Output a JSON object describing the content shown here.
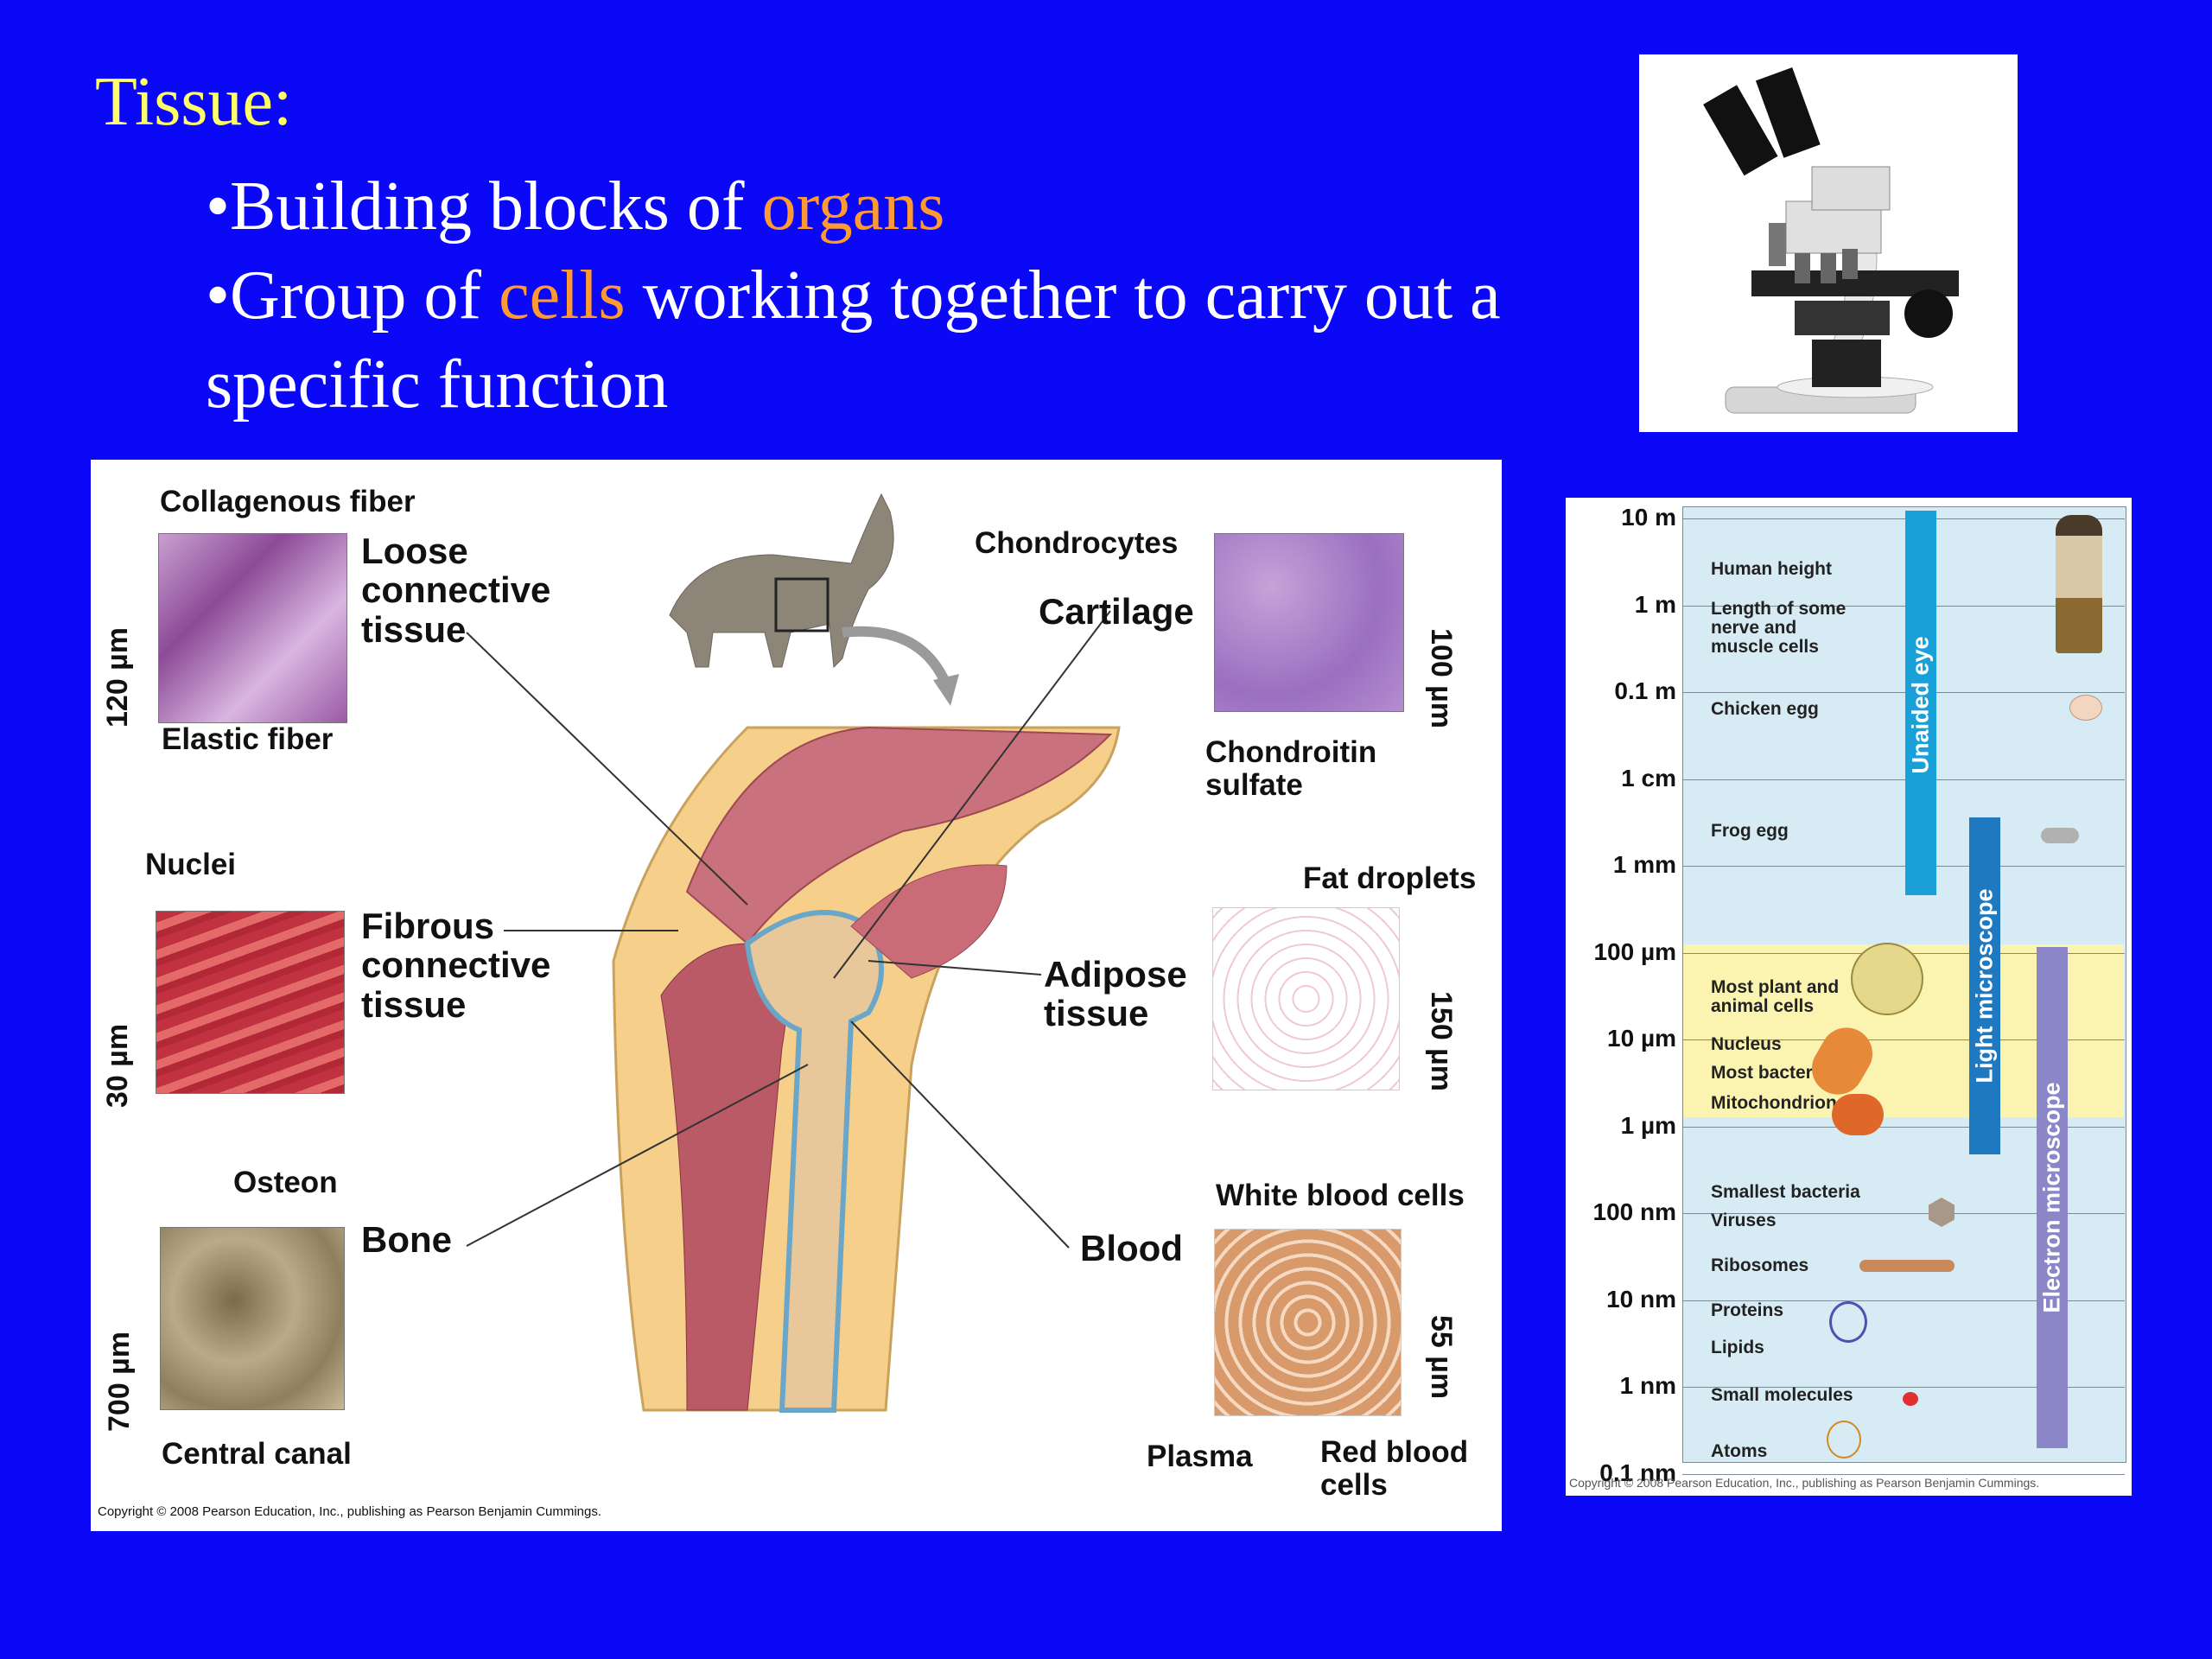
{
  "slide": {
    "title": "Tissue:",
    "bullet1_prefix": "•Building blocks of ",
    "bullet1_highlight": "organs",
    "bullet2_prefix": "•Group of ",
    "bullet2_highlight": "cells",
    "bullet2_suffix": " working together to carry out a",
    "bullet2_cont": "specific function"
  },
  "figure": {
    "labels": {
      "collagenous": "Collagenous fiber",
      "loose": "Loose\nconnective\ntissue",
      "elastic": "Elastic fiber",
      "scale_loose": "120 µm",
      "nuclei": "Nuclei",
      "fibrous": "Fibrous\nconnective\ntissue",
      "scale_fibrous": "30 µm",
      "osteon": "Osteon",
      "bone": "Bone",
      "scale_bone": "700 µm",
      "central": "Central canal",
      "chondrocytes": "Chondrocytes",
      "cartilage": "Cartilage",
      "scale_cart": "100 µm",
      "chondroitin": "Chondroitin\nsulfate",
      "fat": "Fat droplets",
      "adipose": "Adipose\ntissue",
      "scale_fat": "150 µm",
      "wbc": "White blood cells",
      "blood": "Blood",
      "scale_blood": "55 µm",
      "plasma": "Plasma",
      "rbc": "Red blood\ncells",
      "copyright": "Copyright © 2008 Pearson Education, Inc., publishing as Pearson Benjamin Cummings."
    }
  },
  "scale_chart": {
    "ticks": [
      "10 m",
      "1 m",
      "0.1 m",
      "1 cm",
      "1 mm",
      "100 µm",
      "10 µm",
      "1 µm",
      "100 nm",
      "10 nm",
      "1 nm",
      "0.1 nm"
    ],
    "items": {
      "human": "Human height",
      "nerve": "Length of some\nnerve and\nmuscle cells",
      "chicken": "Chicken egg",
      "frog": "Frog egg",
      "plant": "Most plant and\nanimal cells",
      "nucleus": "Nucleus",
      "bacteria": "Most bacteria",
      "mito": "Mitochondrion",
      "smallest": "Smallest bacteria",
      "viruses": "Viruses",
      "ribosomes": "Ribosomes",
      "proteins": "Proteins",
      "lipids": "Lipids",
      "smallmol": "Small molecules",
      "atoms": "Atoms"
    },
    "bands": {
      "eye": "Unaided eye",
      "light": "Light microscope",
      "electron": "Electron microscope"
    },
    "copyright": "Copyright © 2008 Pearson Education, Inc., publishing as Pearson Benjamin Cummings."
  }
}
